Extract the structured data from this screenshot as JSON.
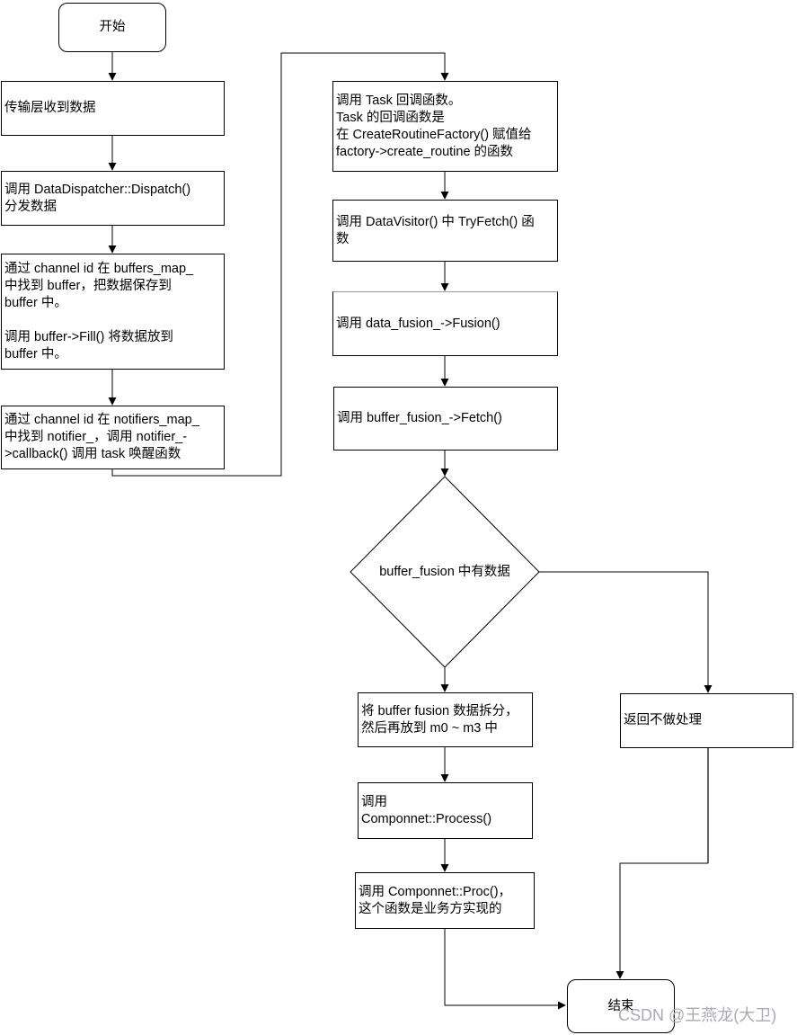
{
  "diagram": {
    "type": "flowchart",
    "nodes": {
      "start": "开始",
      "transport": "传输层收到数据",
      "dispatch": "调用 DataDispatcher::Dispatch()\n分发数据",
      "buffers": "通过 channel id 在 buffers_map_\n中找到 buffer，把数据保存到\nbuffer 中。\n\n调用 buffer->Fill() 将数据放到\nbuffer 中。",
      "notifiers": "通过 channel id 在 notifiers_map_\n中找到 notifier_，调用 notifier_-\n>callback() 调用 task 唤醒函数",
      "task_callback": "调用 Task 回调函数。\nTask 的回调函数是\n在 CreateRoutineFactory() 赋值给\nfactory->create_routine 的函数",
      "try_fetch": "调用 DataVisitor() 中 TryFetch() 函\n数",
      "data_fusion": "调用 data_fusion_->Fusion()",
      "buffer_fetch": "调用 buffer_fusion_->Fetch()",
      "decision": "buffer_fusion 中有数据",
      "split": "将 buffer fusion 数据拆分，\n然后再放到 m0 ~ m3 中",
      "process": "调用\nComponnet::Process()",
      "proc": "调用 Componnet::Proc()，\n这个函数是业务方实现的",
      "no_op": "返回不做处理",
      "end": "结束"
    },
    "watermark": "CSDN @王燕龙(大卫)",
    "colors": {
      "stroke": "#000000",
      "gray_edge": "#666666",
      "node_fill": "#ffffff",
      "text": "#000000",
      "watermark": "#a9a9b2",
      "background": "#ffffff"
    }
  }
}
